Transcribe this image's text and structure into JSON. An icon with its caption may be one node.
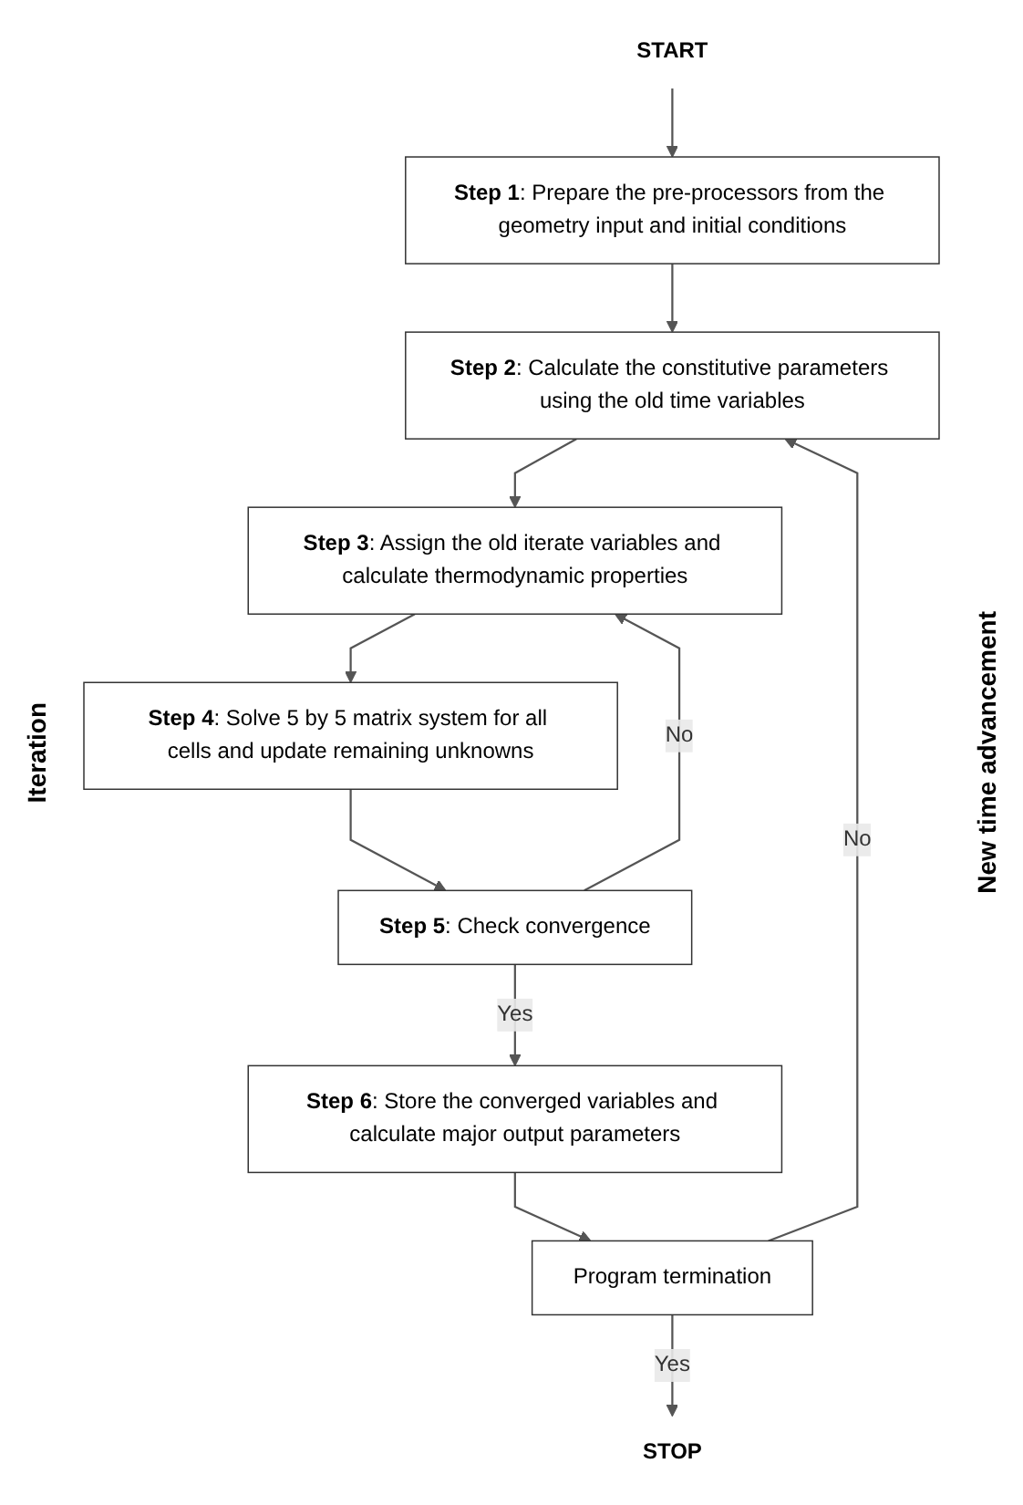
{
  "diagram": {
    "nodes": [
      {
        "text": [
          "START"
        ]
      },
      {
        "text": [
          "**Step 1**: Prepare the pre-processors from the geometry input and initial conditions"
        ]
      },
      {
        "text": [
          "**Step 2**: Calculate the constitutive parameters using the old time variables"
        ]
      },
      {
        "text": [
          "**Step 3**: Assign the old iterate variables and calculate thermodynamic properties"
        ]
      },
      {
        "text": [
          "**Step 4**: Solve 5 by 5 matrix system for all cells and update remaining unknowns"
        ]
      },
      {
        "text": [
          "**Step 5**: Check convergence"
        ]
      },
      {
        "text": [
          "**Step 6**: Store the converged variables and calculate major output parameters"
        ]
      },
      {
        "text": [
          "Program termination"
        ]
      },
      {
        "text": [
          "STOP"
        ]
      }
    ],
    "edges": [
      {
        "from": 0,
        "to": 1,
        "arrow": "to"
      },
      {
        "from": 1,
        "to": 2,
        "arrow": "to"
      },
      {
        "from": 2,
        "to": 3,
        "arrow": "to"
      },
      {
        "from": 3,
        "to": 4,
        "arrow": "to"
      },
      {
        "from": 4,
        "to": 5,
        "arrow": "to"
      },
      {
        "from": 5,
        "to": 3,
        "arrow": "to",
        "label": "No"
      },
      {
        "from": 5,
        "to": 6,
        "arrow": "to",
        "label": "Yes"
      },
      {
        "from": 6,
        "to": 7,
        "arrow": "to"
      },
      {
        "from": 7,
        "to": 8,
        "arrow": "to",
        "label": "Yes"
      },
      {
        "from": 7,
        "to": 2,
        "arrow": "to",
        "label": "No"
      }
    ],
    "labels": [
      "Iteration",
      "New time advancement"
    ]
  }
}
